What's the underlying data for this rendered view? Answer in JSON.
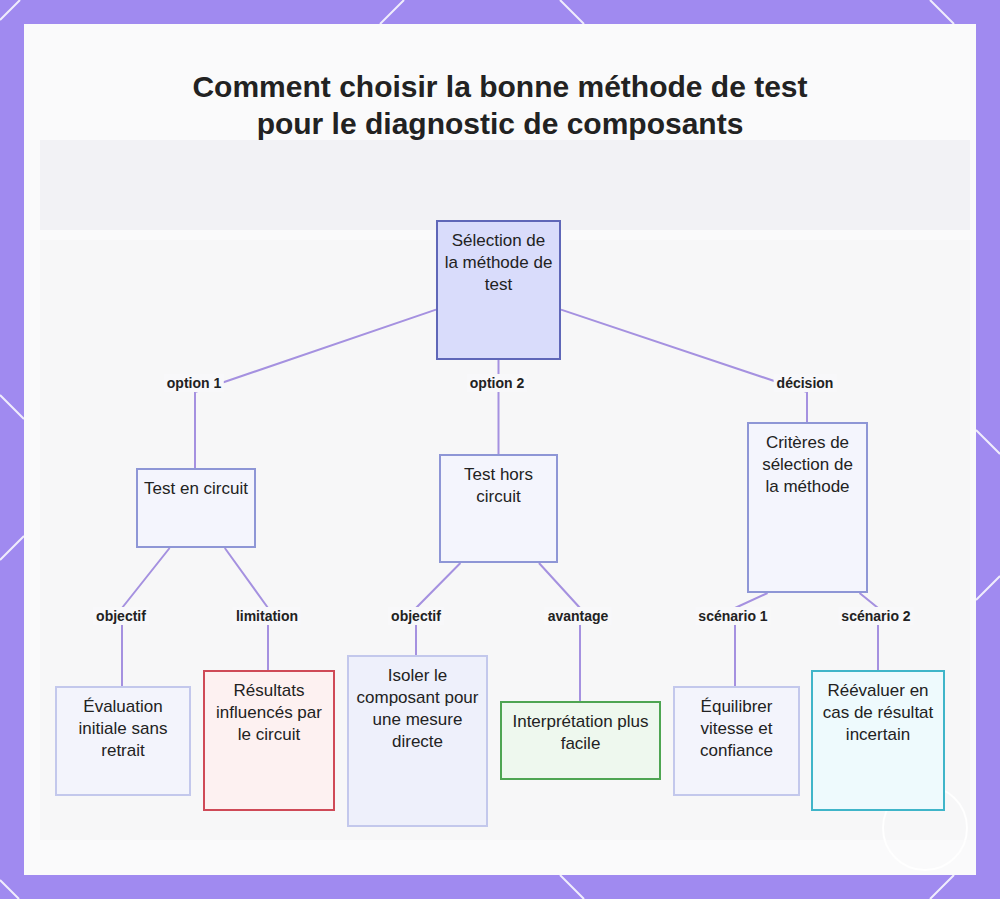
{
  "diagram": {
    "title": "Comment choisir la bonne méthode de test pour le diagnostic de composants",
    "nodes": [
      {
        "text": [
          "Sélection de la méthode de test"
        ]
      },
      {
        "text": [
          "Test en circuit"
        ]
      },
      {
        "text": [
          "Test hors circuit"
        ]
      },
      {
        "text": [
          "Critères de sélection de la méthode"
        ]
      },
      {
        "text": [
          "Évaluation initiale sans retrait"
        ]
      },
      {
        "text": [
          "Résultats influencés par le circuit"
        ]
      },
      {
        "text": [
          "Isoler le composant pour une mesure directe"
        ]
      },
      {
        "text": [
          "Interprétation plus facile"
        ]
      },
      {
        "text": [
          "Équilibrer vitesse et confiance"
        ]
      },
      {
        "text": [
          "Réévaluer en cas de résultat incertain"
        ]
      }
    ],
    "edges": [
      {
        "from": 0,
        "to": 1,
        "label": "option 1",
        "arrow": "none"
      },
      {
        "from": 0,
        "to": 2,
        "label": "option 2",
        "arrow": "none"
      },
      {
        "from": 0,
        "to": 3,
        "label": "décision",
        "arrow": "none"
      },
      {
        "from": 1,
        "to": 4,
        "label": "objectif",
        "arrow": "none"
      },
      {
        "from": 1,
        "to": 5,
        "label": "limitation",
        "arrow": "none"
      },
      {
        "from": 2,
        "to": 6,
        "label": "objectif",
        "arrow": "none"
      },
      {
        "from": 2,
        "to": 7,
        "label": "avantage",
        "arrow": "none"
      },
      {
        "from": 3,
        "to": 8,
        "label": "scénario 1",
        "arrow": "none"
      },
      {
        "from": 3,
        "to": 9,
        "label": "scénario 2",
        "arrow": "none"
      }
    ]
  }
}
